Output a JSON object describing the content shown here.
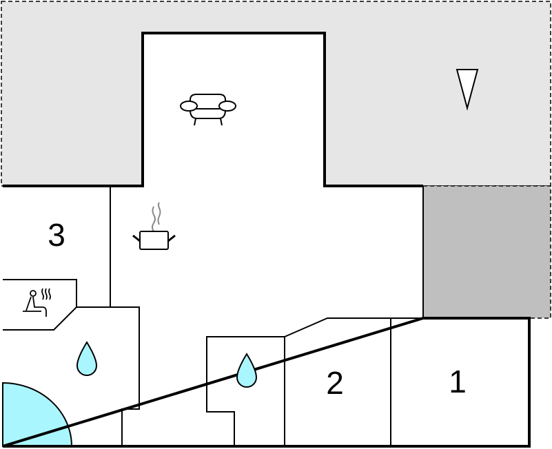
{
  "plan": {
    "title": "Floor plan",
    "rooms": [
      {
        "id": "bedroom-1",
        "label": "1"
      },
      {
        "id": "bedroom-2",
        "label": "2"
      },
      {
        "id": "bedroom-3",
        "label": "3"
      }
    ],
    "icons": [
      "sofa-icon",
      "cooking-pot-icon",
      "sauna-icon",
      "water-drop-icon",
      "water-drop-icon",
      "north-arrow-icon"
    ],
    "colors": {
      "terrace": "#e6e6e6",
      "covered_area": "#bfbfbf",
      "water": "#aaf6ff",
      "wall": "#000000"
    }
  }
}
